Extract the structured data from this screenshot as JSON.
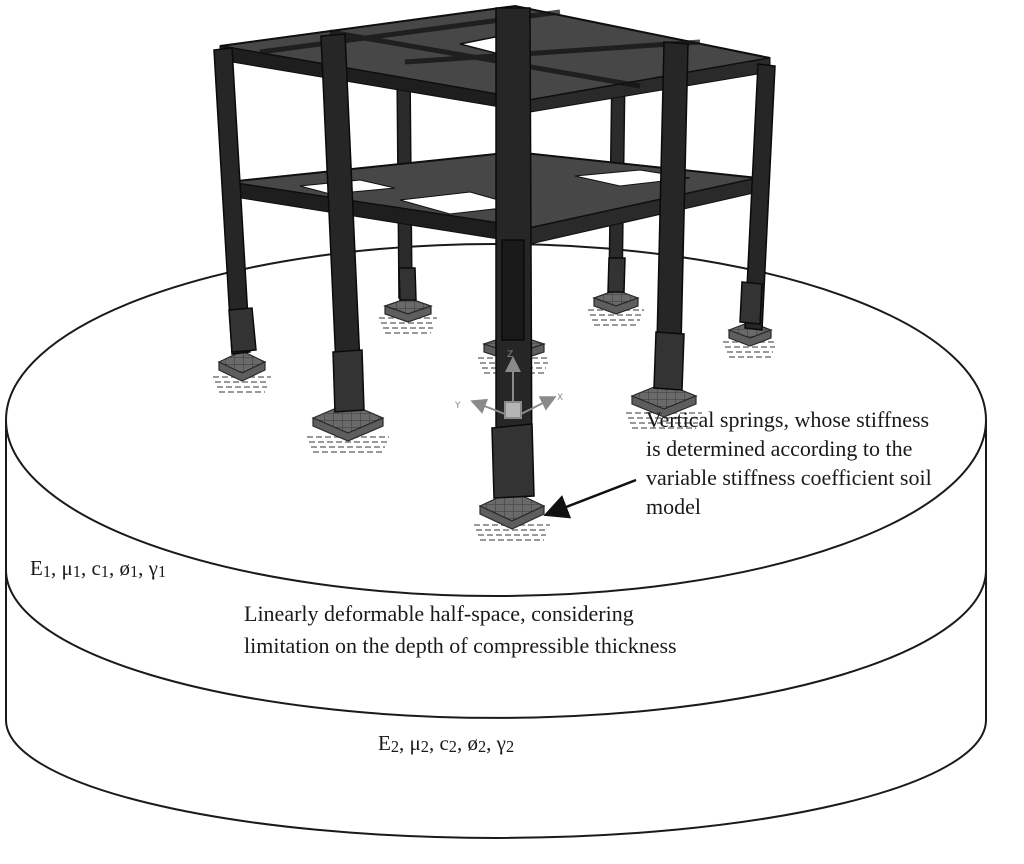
{
  "figure": {
    "description": "3D frame building on spring supports resting on two-layer soil half-space",
    "colors": {
      "frame": "#2b2b2b",
      "frame_dark": "#111111",
      "slab": "#4a4a4a",
      "footing": "#5e5e5e",
      "spring": "#9a9a9a",
      "soil_outline": "#1a1a1a",
      "background": "#ffffff",
      "axis": "#8a8a8a"
    }
  },
  "labels": {
    "layer1": {
      "E": "E",
      "E_sub": "1",
      "mu": "μ",
      "mu_sub": "1",
      "c": "c",
      "c_sub": "1",
      "phi": "ø",
      "phi_sub": "1",
      "gamma": "γ",
      "gamma_sub": "1"
    },
    "layer2": {
      "E": "E",
      "E_sub": "2",
      "mu": "μ",
      "mu_sub": "2",
      "c": "c",
      "c_sub": "2",
      "phi": "ø",
      "phi_sub": "2",
      "gamma": "γ",
      "gamma_sub": "2"
    },
    "halfspace": {
      "line1": "Linearly deformable half-space, considering",
      "line2": "limitation on the depth of compressible thickness"
    },
    "springs": {
      "line1": "Vertical springs, whose stiffness",
      "line2": "is determined according to the",
      "line3": "variable stiffness coefficient soil",
      "line4": "model"
    }
  },
  "axes": {
    "x": "X",
    "y": "Y",
    "z": "Z"
  },
  "icons": {
    "arrow": "pointer-arrow-to-footing",
    "triad": "coordinate-axes-triad"
  }
}
